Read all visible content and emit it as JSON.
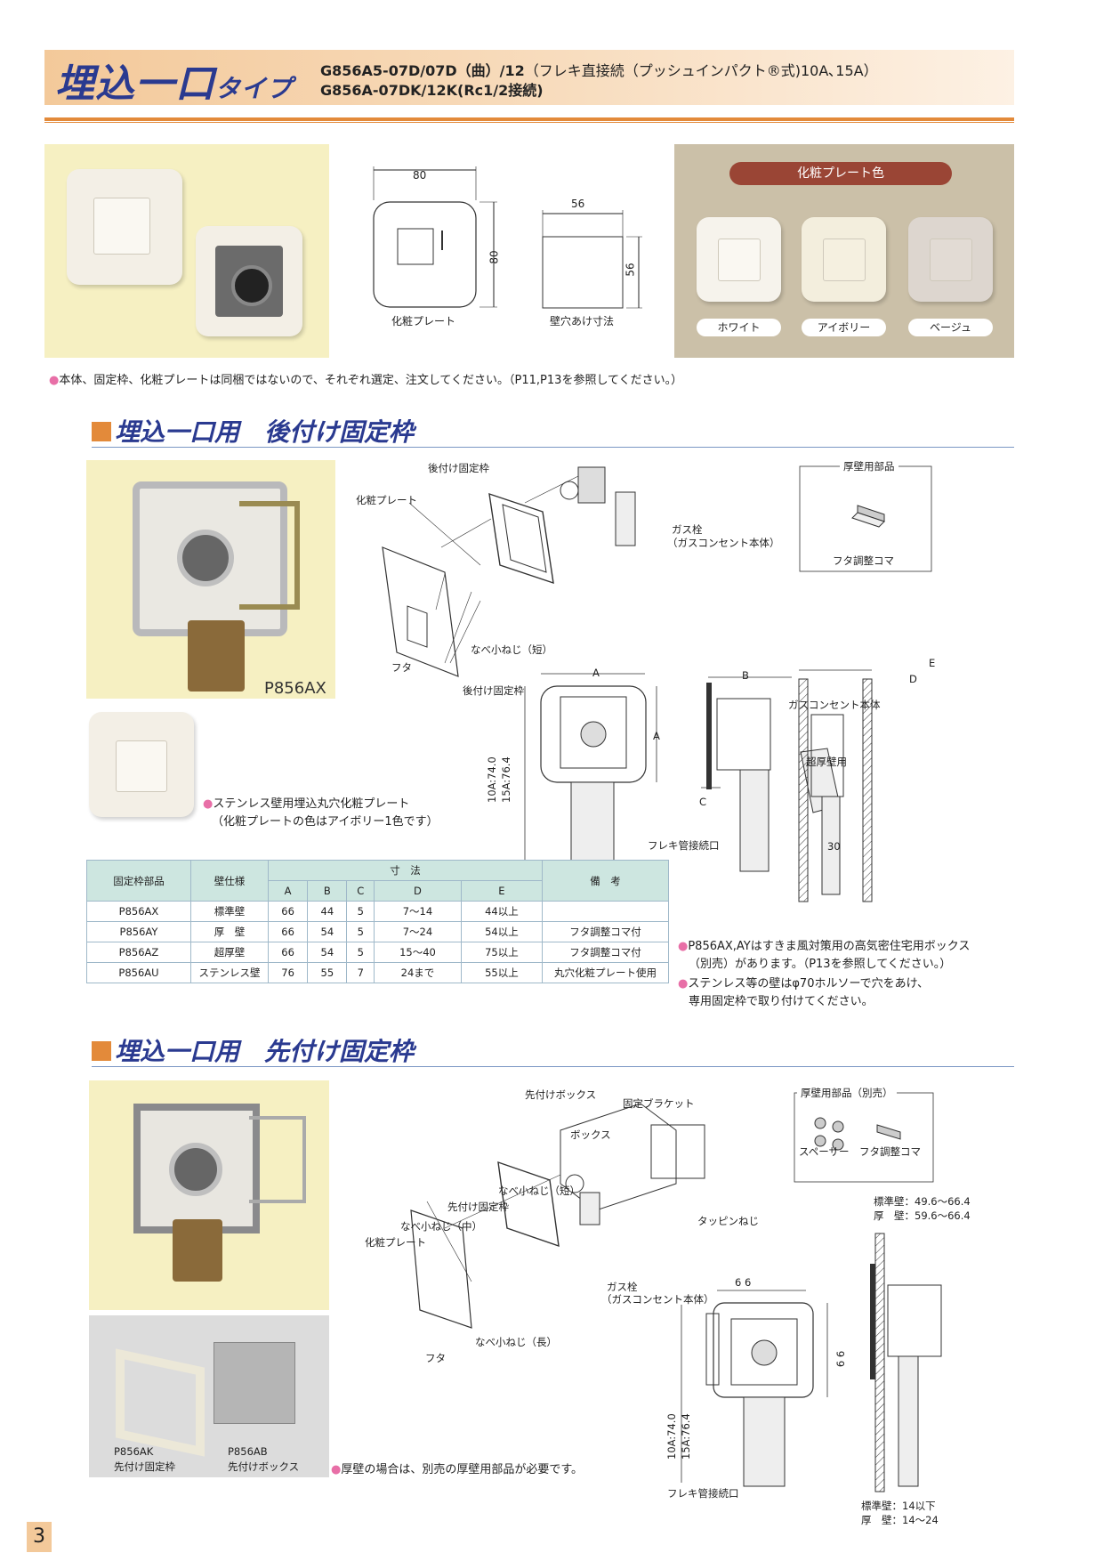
{
  "header": {
    "title_big": "埋込一口",
    "title_small": "タイプ",
    "model_line1_bold": "G856A5-07D/07D（曲）/12",
    "model_line1_rest": "（フレキ直接続（プッシュインパクト®式)10A､15A）",
    "model_line2_bold": "G856A-07DK/12K",
    "model_line2_rest": "(Rc1/2接続)"
  },
  "top": {
    "dim_plate_w": "80",
    "dim_plate_h": "80",
    "dim_hole_w": "56",
    "dim_hole_h": "56",
    "caption_plate": "化粧プレート",
    "caption_hole": "壁穴あけ寸法",
    "color_panel_title": "化粧プレート色",
    "colors": [
      "ホワイト",
      "アイボリー",
      "ベージュ"
    ],
    "note": "本体、固定枠、化粧プレートは同梱ではないので、それぞれ選定、注文してください。（P11,P13を参照してください。）"
  },
  "section1": {
    "title": "埋込一口用　後付け固定枠",
    "photo_caption": "P856AX",
    "plate_note_line1": "ステンレス壁用埋込丸穴化粧プレート",
    "plate_note_line2": "（化粧プレートの色はアイボリー1色です）",
    "labels": {
      "frame": "後付け固定枠",
      "plate": "化粧プレート",
      "gas_valve": "ガス栓",
      "gas_valve_sub": "（ガスコンセント本体）",
      "screw_short": "なべ小ねじ（短）",
      "lid": "フタ",
      "thick_parts": "厚壁用部品",
      "lid_adjust": "フタ調整コマ",
      "frame2": "後付け固定枠",
      "gas_body": "ガスコンセント本体",
      "ultra_thick": "超厚壁用",
      "flex": "フレキ管接続口",
      "dim_A": "A",
      "dim_B": "B",
      "dim_C": "C",
      "dim_D": "D",
      "dim_E": "E",
      "dim_30": "30",
      "dim_10A": "10A:74.0",
      "dim_15A": "15A:76.4"
    },
    "table": {
      "col_part": "固定枠部品",
      "col_wall": "壁仕様",
      "col_dims": "寸　法",
      "col_note": "備　考",
      "sub": [
        "A",
        "B",
        "C",
        "D",
        "E"
      ],
      "rows": [
        [
          "P856AX",
          "標準壁",
          "66",
          "44",
          "5",
          "7～14",
          "44以上",
          ""
        ],
        [
          "P856AY",
          "厚　壁",
          "66",
          "54",
          "5",
          "7～24",
          "54以上",
          "フタ調整コマ付"
        ],
        [
          "P856AZ",
          "超厚壁",
          "66",
          "54",
          "5",
          "15～40",
          "75以上",
          "フタ調整コマ付"
        ],
        [
          "P856AU",
          "ステンレス壁",
          "76",
          "55",
          "7",
          "24まで",
          "55以上",
          "丸穴化粧プレート使用"
        ]
      ]
    },
    "notes": [
      "P856AX,AYはすきま風対策用の高気密住宅用ボックス",
      "（別売）があります。（P13を参照してください。）",
      "ステンレス等の壁はφ70ホルソーで穴をあけ、",
      "専用固定枠で取り付けてください。"
    ]
  },
  "section2": {
    "title": "埋込一口用　先付け固定枠",
    "labels": {
      "box_pre": "先付けボックス",
      "bracket": "固定ブラケット",
      "box": "ボックス",
      "screw_short": "なべ小ねじ（短）",
      "frame_pre": "先付け固定枠",
      "screw_mid": "なべ小ねじ（中）",
      "plate": "化粧プレート",
      "tapping": "タッピンねじ",
      "gas_valve": "ガス栓",
      "gas_valve_sub": "（ガスコンセント本体）",
      "screw_long": "なべ小ねじ（長）",
      "lid": "フタ",
      "thick_parts": "厚壁用部品（別売）",
      "spacer": "スペーサー",
      "lid_adjust": "フタ調整コマ",
      "dim_66a": "6 6",
      "dim_66b": "6 6",
      "dim_10A": "10A:74.0",
      "dim_15A": "15A:76.4",
      "flex": "フレキ管接続口",
      "std_wall_range": "標準壁：49.6～66.4",
      "thick_wall_range": "厚　壁：59.6～66.4",
      "std_wall_below": "標準壁：14以下",
      "thick_wall_below": "厚　壁：14～24"
    },
    "photo1_caption": "P856AK",
    "photo1_sub": "先付け固定枠",
    "photo2_caption": "P856AB",
    "photo2_sub": "先付けボックス",
    "note": "厚壁の場合は、別売の厚壁用部品が必要です。"
  },
  "page_number": "3"
}
